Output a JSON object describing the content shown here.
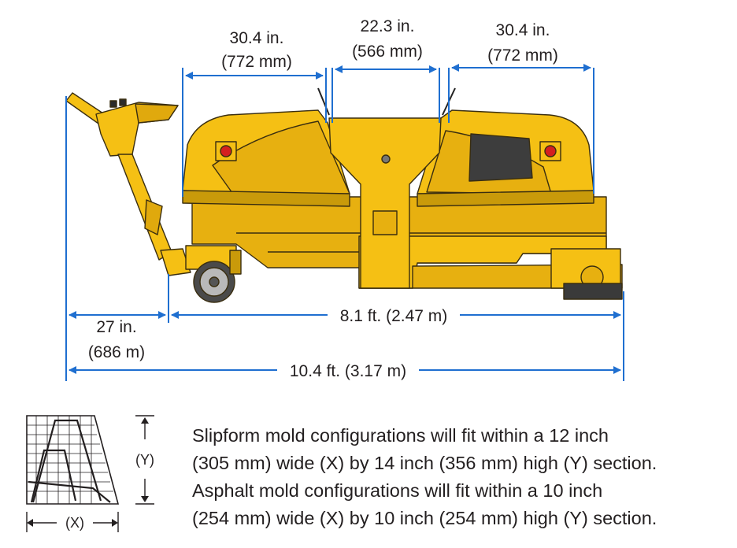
{
  "dimensions": {
    "left_top": {
      "line1": "30.4 in.",
      "line2": "(772 mm)"
    },
    "center_top": {
      "line1": "22.3 in.",
      "line2": "(566 mm)"
    },
    "right_top": {
      "line1": "30.4 in.",
      "line2": "(772 mm)"
    },
    "handle": {
      "line1": "27 in.",
      "line2": "(686 m)"
    },
    "body_length": "8.1 ft. (2.47 m)",
    "overall_length": "10.4 ft. (3.17 m)"
  },
  "section_diagram": {
    "x_label": "(X)",
    "y_label": "(Y)"
  },
  "note": {
    "lines": [
      "Slipform mold configurations will fit within a 12 inch",
      "(305 mm) wide (X) by 14 inch (356 mm) high (Y) section.",
      "Asphalt mold configurations will fit within a 10 inch",
      "(254 mm) wide (X) by 10 inch (254 mm) high (Y) section."
    ]
  },
  "colors": {
    "machine_yellow": "#f5c014",
    "machine_shadow": "#c99a0a",
    "dimension_blue": "#1f6fd0",
    "text": "#231f20"
  }
}
